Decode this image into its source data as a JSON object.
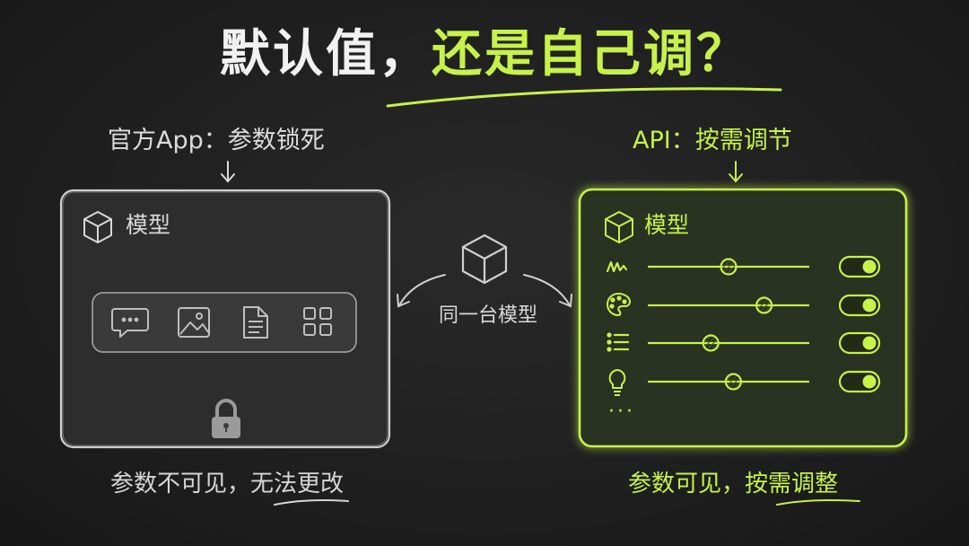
{
  "title": {
    "part1": "默认值，",
    "part2": "还是自己调？"
  },
  "left": {
    "heading": "官方App：参数锁死",
    "panel_label": "模型",
    "caption_plain": "参数不可见，",
    "caption_emph": "无法更改",
    "icons": [
      "chat-icon",
      "image-icon",
      "document-icon",
      "grid-icon"
    ]
  },
  "center": {
    "label": "同一台模型"
  },
  "right": {
    "heading": "API：按需调节",
    "panel_label": "模型",
    "caption_plain": "参数可见，",
    "caption_emph": "按需调整",
    "sliders": [
      {
        "icon": "wave-icon",
        "value": 0.5,
        "enabled": true
      },
      {
        "icon": "palette-icon",
        "value": 0.72,
        "enabled": true
      },
      {
        "icon": "list-icon",
        "value": 0.39,
        "enabled": true
      },
      {
        "icon": "lightbulb-icon",
        "value": 0.53,
        "enabled": true
      }
    ],
    "more": "···"
  },
  "colors": {
    "accent": "#c6f24a",
    "chalk": "#e0e0e0",
    "background": "#1f1f1f"
  }
}
